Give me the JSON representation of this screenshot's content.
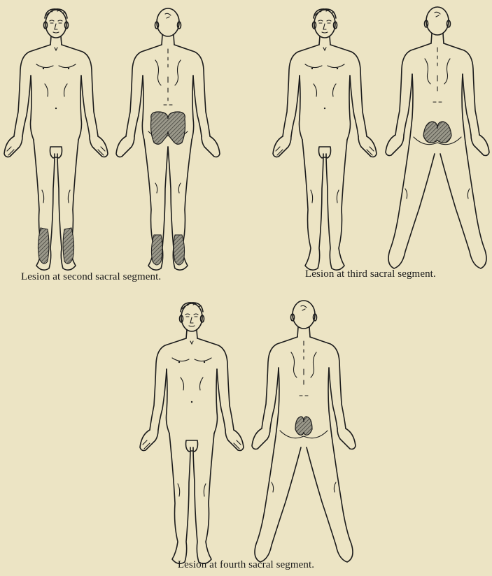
{
  "captions": {
    "second": "Lesion at second sacral segment.",
    "third": "Lesion at third sacral segment.",
    "fourth": "Lesion at fourth sacral segment."
  },
  "colors": {
    "background": "#ece4c4",
    "ink": "#1c1c1c",
    "lesion_fill": "#8a8a80"
  }
}
